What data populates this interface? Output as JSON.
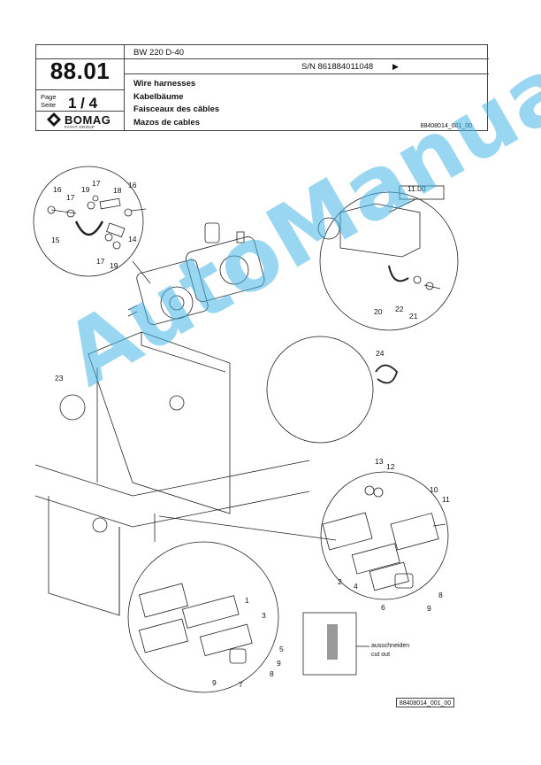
{
  "header": {
    "page_number": "88.01",
    "page_label": "Page",
    "seite_label": "Seite",
    "page_of": "1 / 4",
    "model": "BW 220 D-40",
    "serial": "S/N 861884011048",
    "serial_arrow": "▶",
    "titles": [
      "Wire harnesses",
      "Kabelbäume",
      "Faisceaux des câbles",
      "Mazos de cables"
    ],
    "doc_ref": "88408014_001_00",
    "brand": "BOMAG",
    "brand_sub": "FAYAT GROUP"
  },
  "drawing": {
    "ref_box": "11.00",
    "cutout_label_de": "ausschneiden",
    "cutout_label_en": "cut out",
    "footer_ref": "88408014_001_00",
    "callouts": [
      "16",
      "17",
      "19",
      "17",
      "18",
      "16",
      "15",
      "14",
      "17",
      "19",
      "20",
      "22",
      "21",
      "23",
      "24",
      "13",
      "12",
      "10",
      "11",
      "2",
      "4",
      "6",
      "9",
      "8",
      "1",
      "3",
      "5",
      "9",
      "9",
      "8",
      "7"
    ]
  },
  "watermark": "AutoManual"
}
